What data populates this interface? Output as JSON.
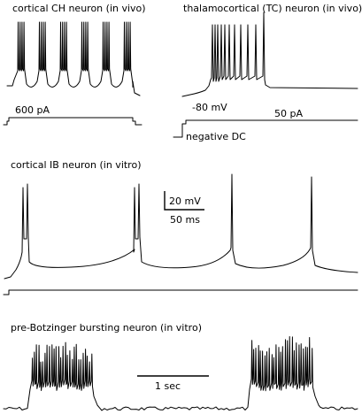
{
  "panels": {
    "ch": {
      "title": "cortical CH neuron (in vivo)",
      "current_label": "600 pA"
    },
    "tc": {
      "title": "thalamocortical (TC) neuron (in vivo)",
      "voltage_label": "-80 mV",
      "current_label": "50 pA",
      "dc_label": "negative DC"
    },
    "ib": {
      "title": "cortical IB neuron (in vitro)",
      "scale_voltage_label": "20 mV",
      "scale_time_label": "50 ms"
    },
    "pb": {
      "title": "pre-Botzinger bursting neuron (in vitro)",
      "scale_time_label": "1 sec"
    }
  }
}
